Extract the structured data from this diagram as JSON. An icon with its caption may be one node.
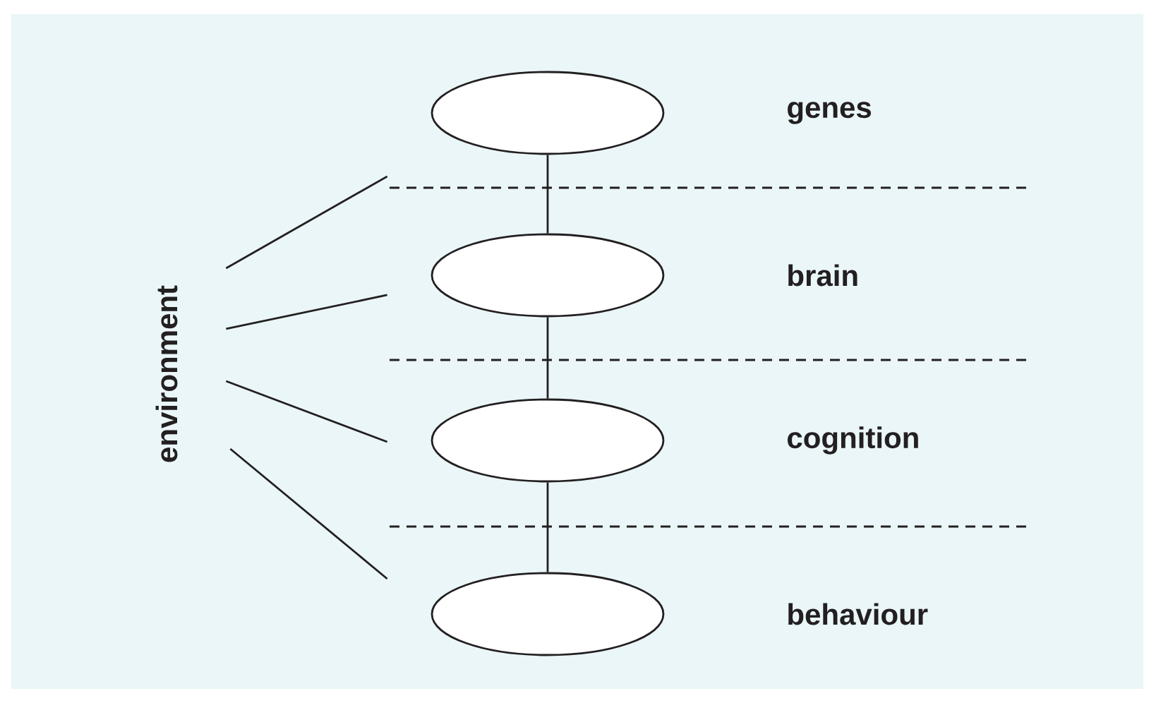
{
  "diagram": {
    "nodes": [
      {
        "text": [],
        "shape": "ellipse"
      },
      {
        "text": [],
        "shape": "ellipse"
      },
      {
        "text": [],
        "shape": "ellipse"
      },
      {
        "text": [],
        "shape": "ellipse"
      },
      {
        "text": [
          "environment"
        ]
      }
    ],
    "edges": [
      {
        "from": 0,
        "to": 1,
        "arrow": "none"
      },
      {
        "from": 1,
        "to": 2,
        "arrow": "none"
      },
      {
        "from": 2,
        "to": 3,
        "arrow": "none"
      },
      {
        "from": 4,
        "to": 0,
        "arrow": "none"
      },
      {
        "from": 4,
        "to": 1,
        "arrow": "none"
      },
      {
        "from": 4,
        "to": 2,
        "arrow": "none"
      },
      {
        "from": 4,
        "to": 3,
        "arrow": "none"
      }
    ],
    "labels": [
      "genes",
      "brain",
      "cognition",
      "behaviour"
    ]
  }
}
